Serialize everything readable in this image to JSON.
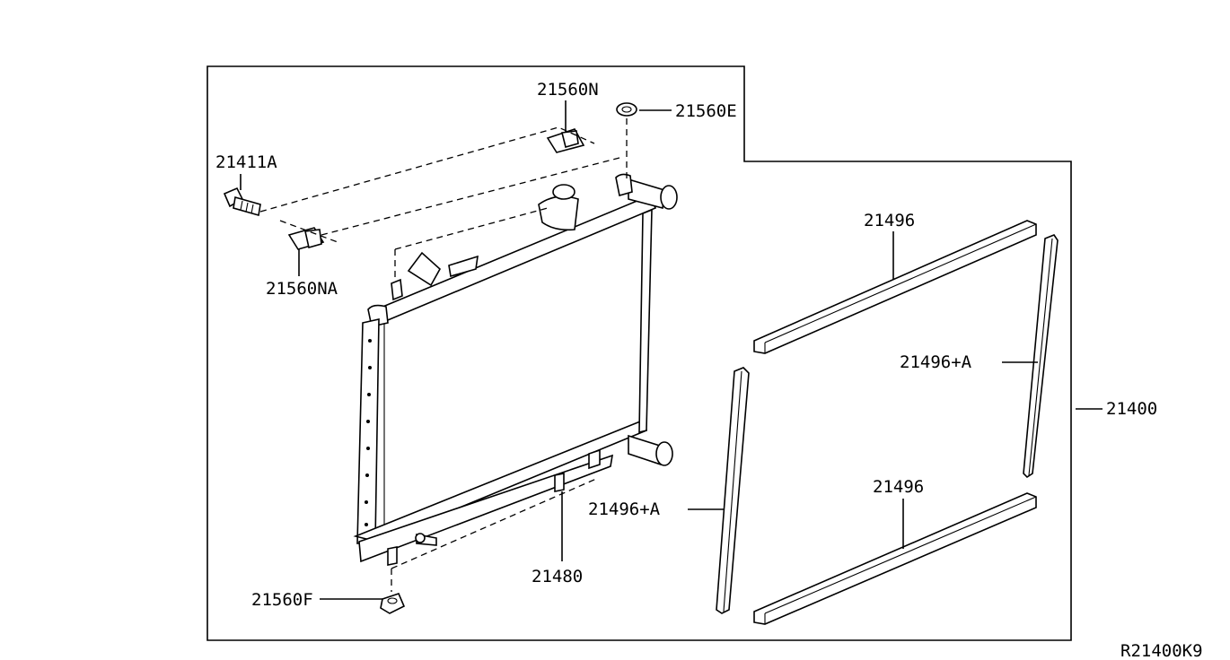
{
  "diagram": {
    "code": "R21400K9",
    "labels": {
      "p21560N": "21560N",
      "p21560E": "21560E",
      "p21411A": "21411A",
      "p21560NA": "21560NA",
      "p21496_top": "21496",
      "p21496A_right": "21496+A",
      "p21400": "21400",
      "p21496_bottom": "21496",
      "p21496A_left": "21496+A",
      "p21480": "21480",
      "p21560F": "21560F"
    }
  }
}
